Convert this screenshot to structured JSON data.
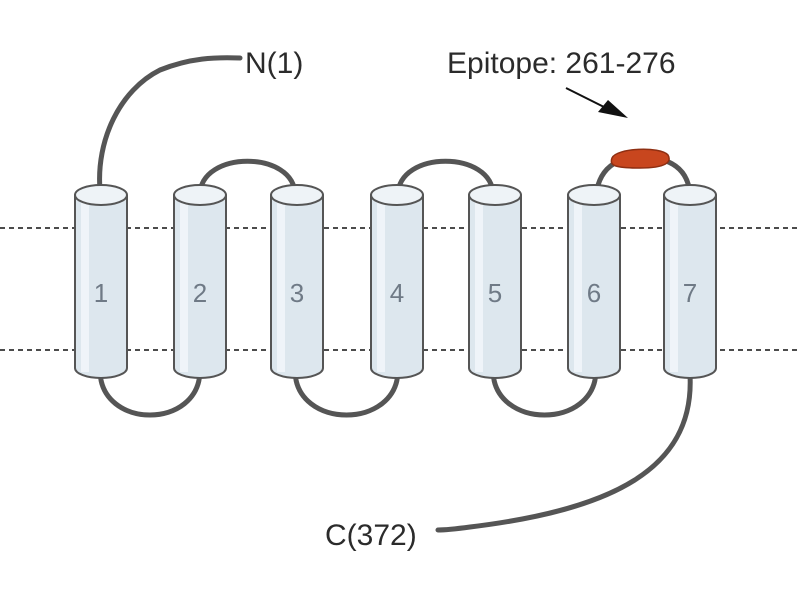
{
  "labels": {
    "n_terminus": "N(1)",
    "c_terminus": "C(372)",
    "epitope": "Epitope: 261-276"
  },
  "helices": [
    "1",
    "2",
    "3",
    "4",
    "5",
    "6",
    "7"
  ],
  "colors": {
    "helix_fill": "#dde7ee",
    "helix_top": "#eef3f7",
    "outline": "#555555",
    "loop": "#555555",
    "epitope": "#c8461e",
    "membrane_line": "#111111"
  }
}
